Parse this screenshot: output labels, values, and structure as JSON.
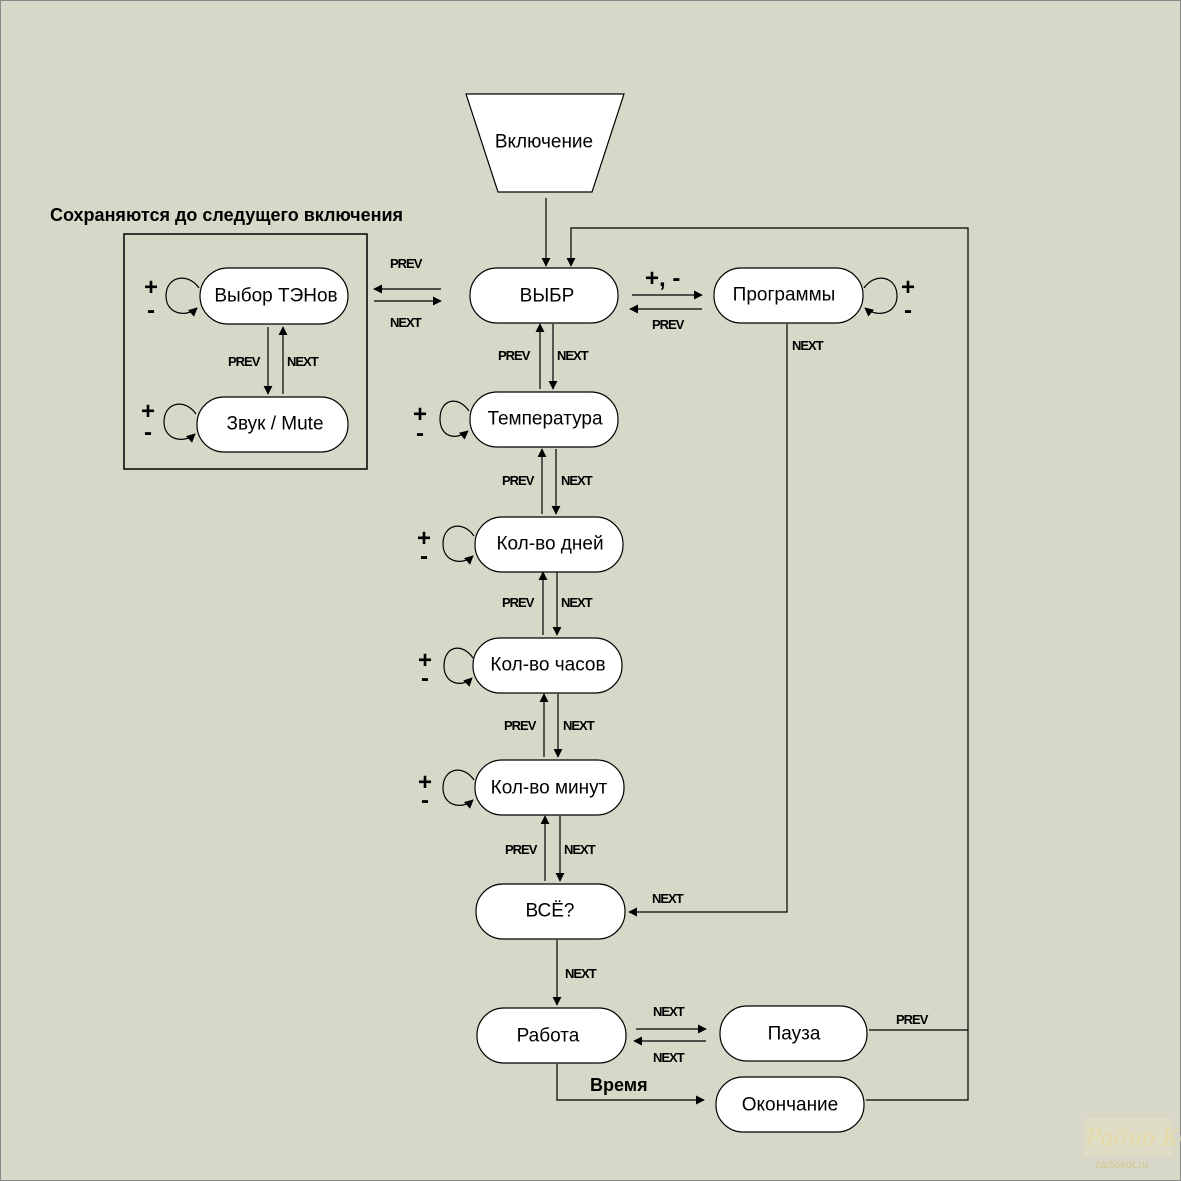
{
  "nodes": {
    "power_on": "Включение",
    "select": "ВЫБР",
    "programs": "Программы",
    "heater_select": "Выбор ТЭНов",
    "sound": "Звук / Mute",
    "temperature": "Температура",
    "days": "Кол-во дней",
    "hours": "Кол-во часов",
    "minutes": "Кол-во минут",
    "done": "ВСЁ?",
    "work": "Работа",
    "pause": "Пауза",
    "finish": "Окончание"
  },
  "labels": {
    "saved_until_next": "Сохраняются до следущего включения",
    "prev": "PREV",
    "next": "NEXT",
    "plus_minus": "+, -",
    "plus": "+",
    "minus": "-",
    "time": "Время"
  },
  "watermark": {
    "logo": "Радио КОТ",
    "site": "radiokot.ru"
  }
}
